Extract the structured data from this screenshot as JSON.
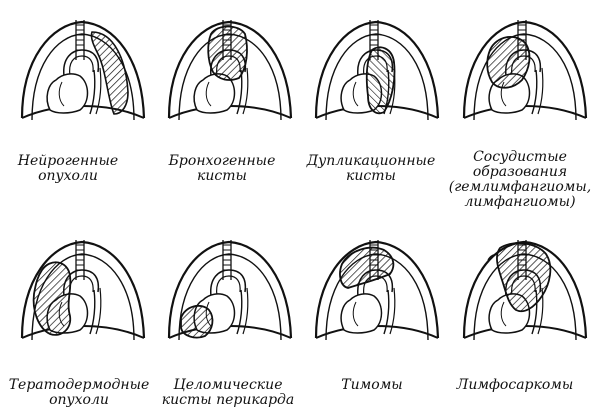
{
  "captions": {
    "neurogenic": [
      "Нейрогенные",
      "опухоли"
    ],
    "bronchogenic": [
      "Бронхогенные",
      "кисты"
    ],
    "duplication": [
      "Дупликационные",
      "кисты"
    ],
    "vascular": [
      "Сосудистые",
      "образования",
      "(гемлимфангиомы,",
      "лимфангиомы)"
    ],
    "teratodermoid": [
      "Тератодермодные",
      "опухоли"
    ],
    "coelomic": [
      "Целомические",
      "кисты перикарда"
    ],
    "thymoma": [
      "Тимомы"
    ],
    "lymphosarcoma": [
      "Лимфосаркомы"
    ]
  },
  "colors": {
    "ink": "#111111",
    "paper": "#ffffff"
  }
}
